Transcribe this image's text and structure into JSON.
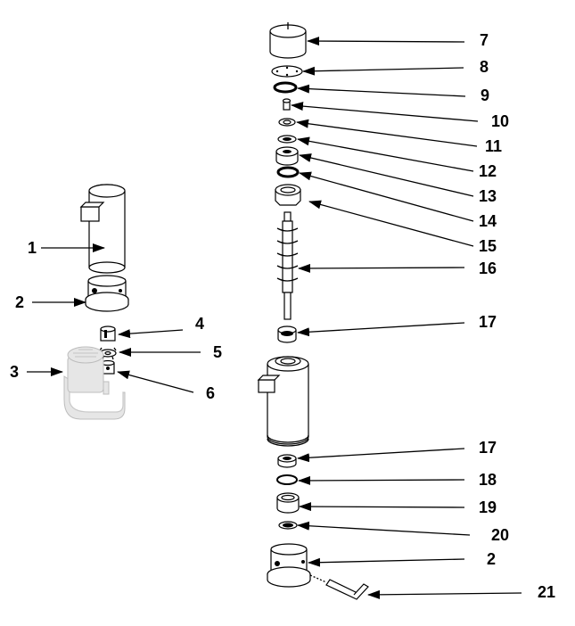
{
  "diagram": {
    "type": "exploded-parts-view",
    "callouts": [
      {
        "id": "c1",
        "label": "1"
      },
      {
        "id": "c2a",
        "label": "2"
      },
      {
        "id": "c3",
        "label": "3"
      },
      {
        "id": "c4",
        "label": "4"
      },
      {
        "id": "c5",
        "label": "5"
      },
      {
        "id": "c6",
        "label": "6"
      },
      {
        "id": "c7",
        "label": "7"
      },
      {
        "id": "c8",
        "label": "8"
      },
      {
        "id": "c9",
        "label": "9"
      },
      {
        "id": "c10",
        "label": "10"
      },
      {
        "id": "c11",
        "label": "11"
      },
      {
        "id": "c12",
        "label": "12"
      },
      {
        "id": "c13",
        "label": "13"
      },
      {
        "id": "c14",
        "label": "14"
      },
      {
        "id": "c15",
        "label": "15"
      },
      {
        "id": "c16",
        "label": "16"
      },
      {
        "id": "c17a",
        "label": "17"
      },
      {
        "id": "c17b",
        "label": "17"
      },
      {
        "id": "c18",
        "label": "18"
      },
      {
        "id": "c19",
        "label": "19"
      },
      {
        "id": "c20",
        "label": "20"
      },
      {
        "id": "c2b",
        "label": "2"
      },
      {
        "id": "c21",
        "label": "21"
      }
    ]
  }
}
